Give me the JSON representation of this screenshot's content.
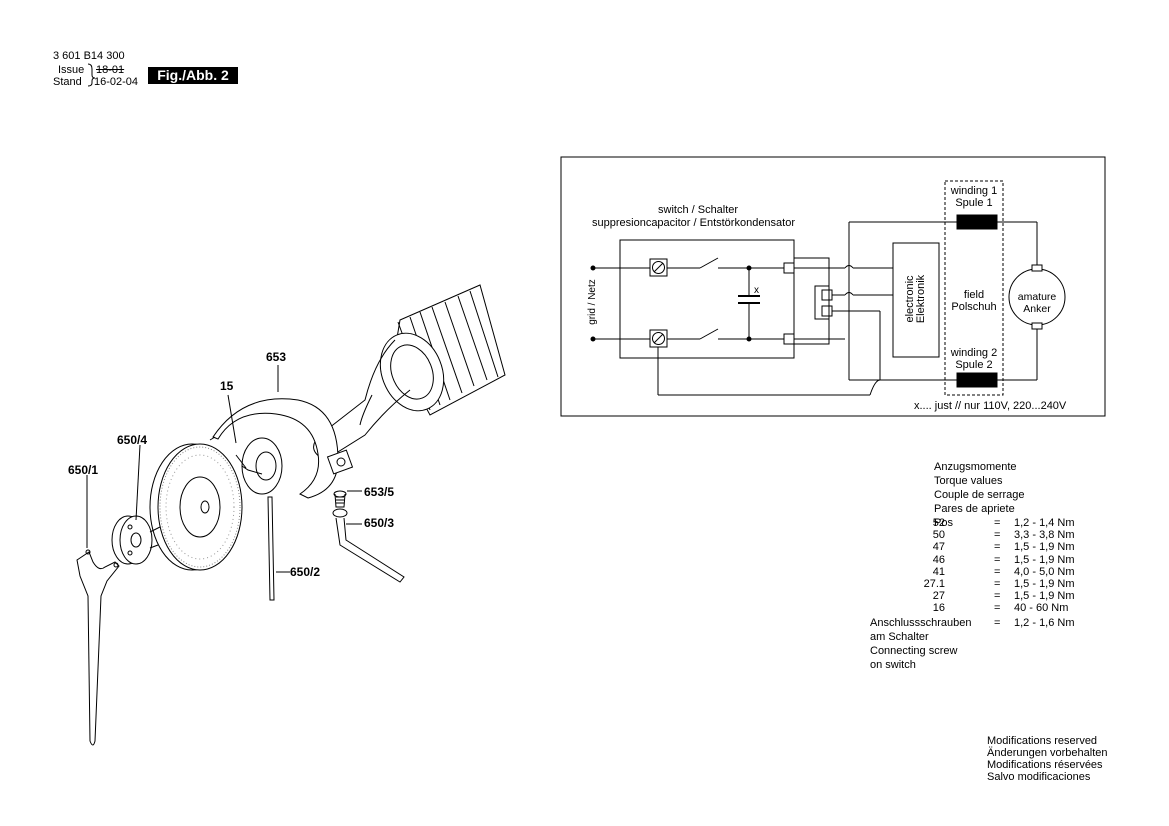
{
  "header": {
    "part_number": "3 601 B14 300",
    "issue_label": "Issue",
    "stand_label": "Stand",
    "issue_date_old": "18-01",
    "stand_date": "16-02-04",
    "figure_label": "Fig./Abb. 2"
  },
  "callouts": {
    "c653": "653",
    "c15": "15",
    "c650_4": "650/4",
    "c650_1": "650/1",
    "c653_5": "653/5",
    "c650_3": "650/3",
    "c650_2": "650/2"
  },
  "schematic": {
    "switch_label": "switch / Schalter",
    "capacitor_label": "suppresioncapacitor / Entstörkondensator",
    "grid_label": "grid / Netz",
    "x_label": "x",
    "winding1_line1": "winding 1",
    "winding1_line2": "Spule 1",
    "winding2_line1": "winding 2",
    "winding2_line2": "Spule 2",
    "field_line1": "field",
    "field_line2": "Polschuh",
    "electronic_line1": "electronic",
    "electronic_line2": "Elektronik",
    "motor_line1": "amature",
    "motor_line2": "Anker",
    "footnote": "x.... just // nur 110V, 220...240V"
  },
  "torque": {
    "heading_de": "Anzugsmomente",
    "heading_en": "Torque values",
    "heading_fr": "Couple de serrage",
    "heading_es": "Pares de apriete",
    "pos_label": "Pos",
    "rows": [
      {
        "pos": "52",
        "eq": "=",
        "range": "1,2  -  1,4 Nm"
      },
      {
        "pos": "50",
        "eq": "=",
        "range": "3,3  -  3,8 Nm"
      },
      {
        "pos": "47",
        "eq": "=",
        "range": "1,5  -  1,9 Nm"
      },
      {
        "pos": "46",
        "eq": "=",
        "range": "1,5  -  1,9 Nm"
      },
      {
        "pos": "41",
        "eq": "=",
        "range": "4,0  -  5,0 Nm"
      },
      {
        "pos": "27.1",
        "eq": "=",
        "range": "1,5  -  1,9 Nm"
      },
      {
        "pos": "27",
        "eq": "=",
        "range": "1,5  -  1,9 Nm"
      },
      {
        "pos": "16",
        "eq": "=",
        "range": "40  -  60 Nm"
      }
    ],
    "screws_line1": "Anschlussschrauben",
    "screws_eq": "=",
    "screws_range": "1,2  -  1,6 Nm",
    "screws_line2": "am Schalter",
    "screws_line3": "Connecting screw",
    "screws_line4": "on switch"
  },
  "footer": {
    "line1": "Modifications reserved",
    "line2": "Änderungen vorbehalten",
    "line3": "Modifications réservées",
    "line4": "Salvo modificaciones"
  }
}
